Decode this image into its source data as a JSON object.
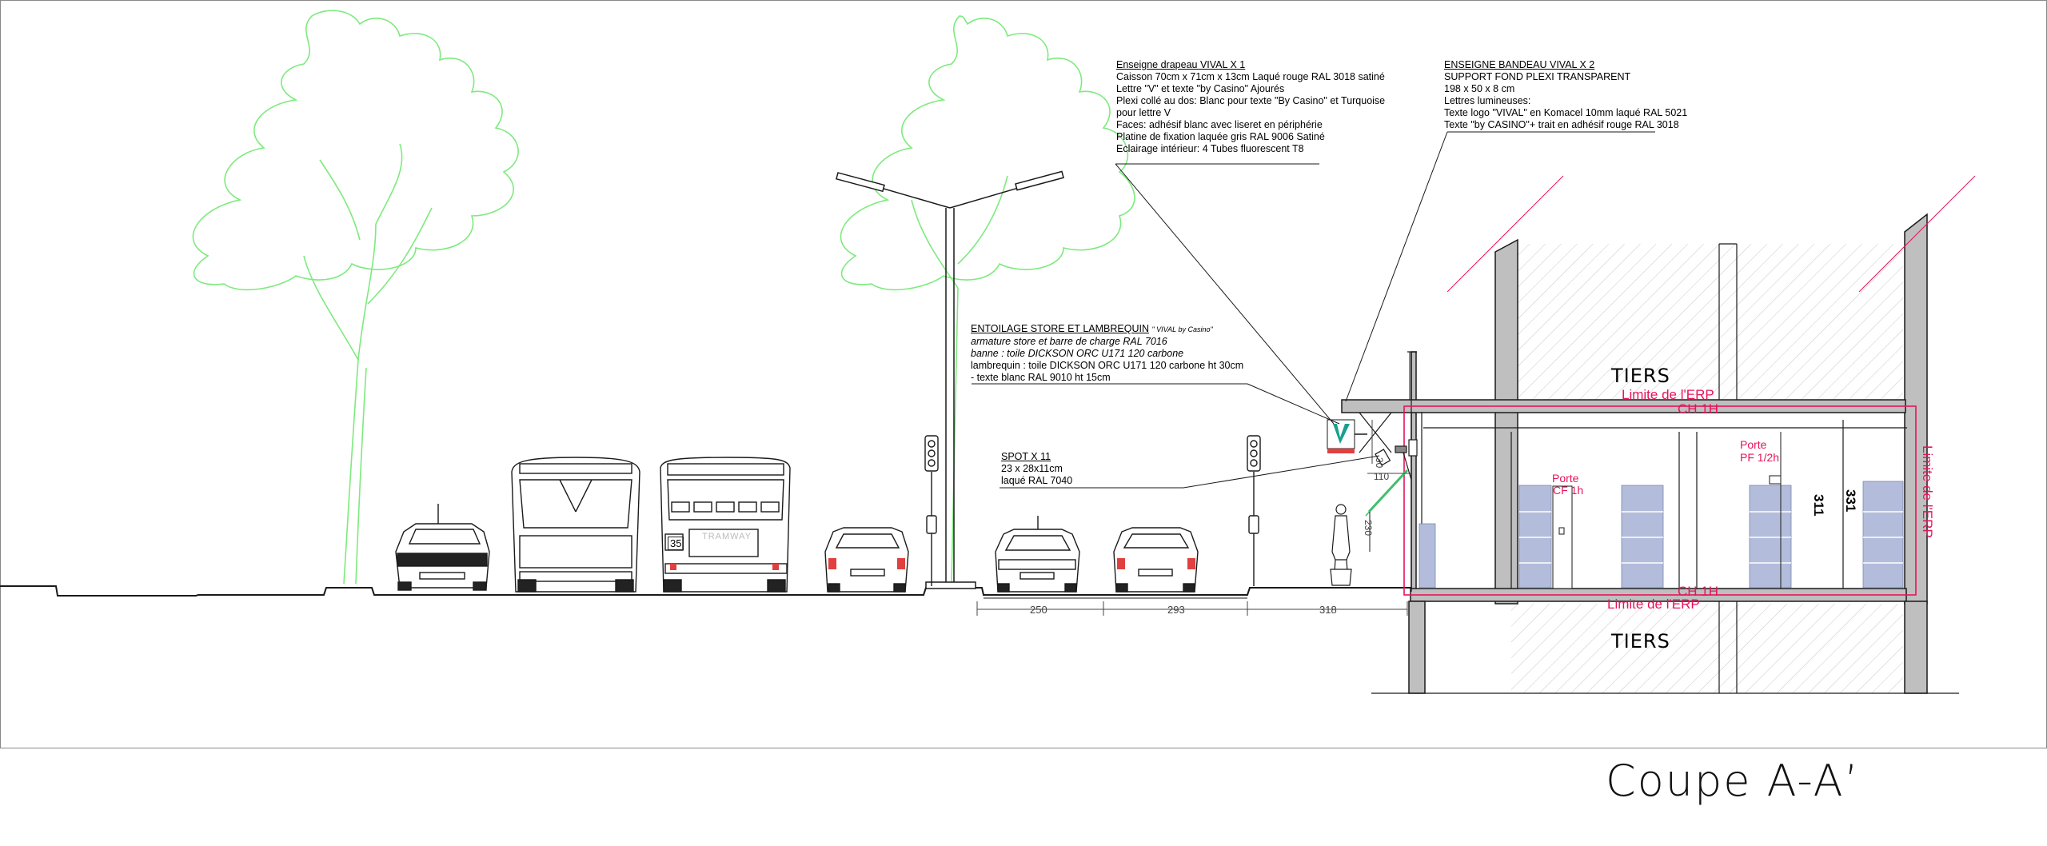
{
  "title": "Coupe A-A’",
  "labels": {
    "tiers_top": "TIERS",
    "tiers_bottom": "TIERS",
    "limite_top": "Limite de l'ERP",
    "ch_top": "CH 1H",
    "ch_bottom": "CH 1H",
    "limite_bottom": "Limite de l'ERP",
    "limite_right": "Limite de l'ERP",
    "porte_cf_1": "Porte",
    "porte_cf_2": "CF 1h",
    "porte_pf_1": "Porte",
    "porte_pf_2": "PF 1/2h",
    "height_1": "311",
    "height_2": "331",
    "bus_number": "35",
    "bus_sign": "TRAMWAY"
  },
  "dimensions": {
    "d1": "250",
    "d2": "293",
    "d3": "318",
    "sign_h": "30",
    "sign_w": "110",
    "awning": "230"
  },
  "annotations": {
    "drapeau": {
      "title": "Enseigne drapeau VIVAL X 1",
      "lines": [
        "Caisson 70cm x 71cm x 13cm Laqué rouge RAL 3018 satiné",
        "Lettre \"V\" et texte \"by Casino\" Ajourés",
        "Plexi collé au dos: Blanc pour texte \"By Casino\" et Turquoise",
        "pour lettre V",
        "Faces: adhésif blanc avec liseret en périphérie",
        "Platine de fixation laquée gris RAL 9006 Satiné",
        "Eclairage intérieur: 4 Tubes fluorescent T8"
      ]
    },
    "bandeau": {
      "title": "ENSEIGNE BANDEAU VIVAL X 2",
      "lines": [
        "SUPPORT FOND PLEXI TRANSPARENT",
        "198 x 50 x 8 cm",
        "Lettres lumineuses:",
        "Texte logo \"VIVAL\" en Komacel 10mm laqué RAL 5021",
        "Texte \"by CASINO\"+ trait en adhésif rouge RAL 3018"
      ]
    },
    "store": {
      "title": "ENTOILAGE STORE ET LAMBREQUIN",
      "subtitle": "\" VIVAL by Casino\"",
      "lines_italic": [
        "armature store et barre de charge RAL 7016",
        "banne : toile DICKSON ORC U171 120 carbone"
      ],
      "lines": [
        "lambrequin : toile DICKSON ORC U171 120 carbone ht 30cm",
        " - texte blanc RAL 9010 ht 15cm"
      ]
    },
    "spot": {
      "lines": [
        "SPOT X 11",
        "23 x 28x11cm",
        "laqué RAL 7040"
      ]
    }
  },
  "colors": {
    "line": "#1a1a1a",
    "tree": "#7dea7d",
    "erp": "#e6145a",
    "shelving": "#b3bddb",
    "sign": "#1a9f8f",
    "awning": "#3fbf6a"
  }
}
